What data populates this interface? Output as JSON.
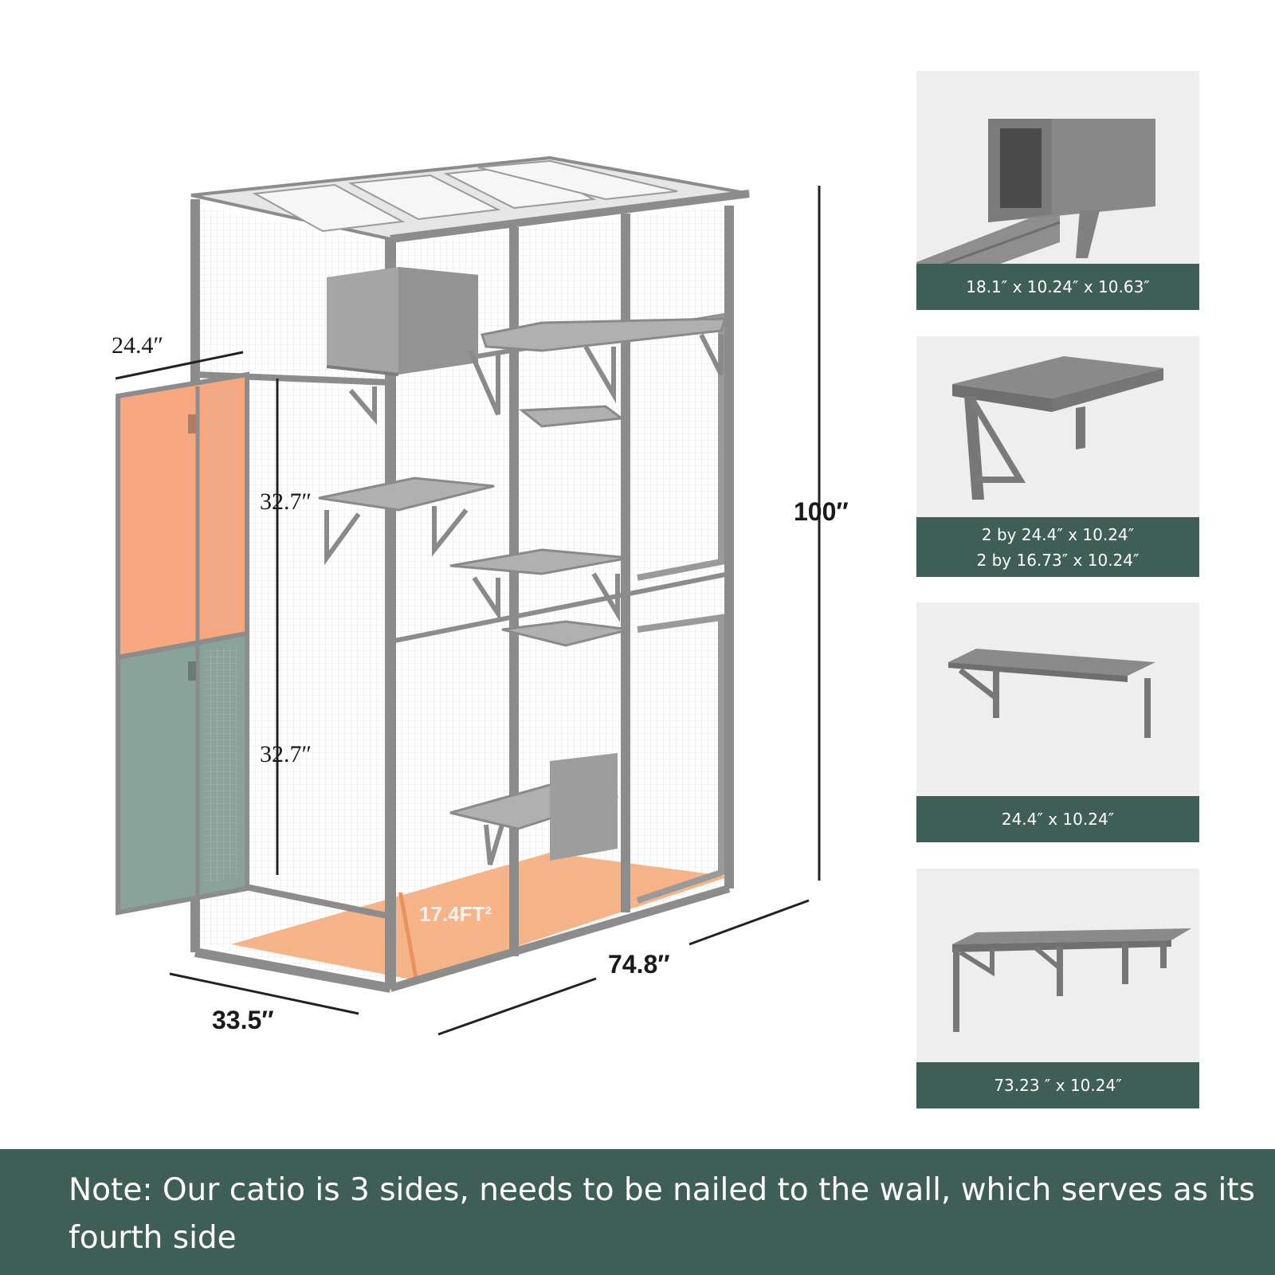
{
  "dimensions": {
    "depth_top": "24.4″",
    "door_upper": "32.7″",
    "door_lower": "32.7″",
    "height": "100″",
    "width_front": "33.5″",
    "length_side": "74.8″",
    "floor_area": "17.4FT²"
  },
  "panels": [
    {
      "caption": [
        "18.1″ x 10.24″ x 10.63″"
      ]
    },
    {
      "caption": [
        "2 by 24.4″ x 10.24″",
        "2 by 16.73″ x 10.24″"
      ]
    },
    {
      "caption": [
        "24.4″ x 10.24″"
      ]
    },
    {
      "caption": [
        "73.23 ″ x 10.24″"
      ]
    }
  ],
  "note": "Note: Our catio is 3 sides,  needs to be nailed to the wall, which serves as its fourth side",
  "colors": {
    "frame": "#8c8c8c",
    "door_orange": "#f6a77f",
    "door_green": "#8aa39a",
    "floor_orange": "#f4a774",
    "caption_green": "#3f5e55"
  }
}
